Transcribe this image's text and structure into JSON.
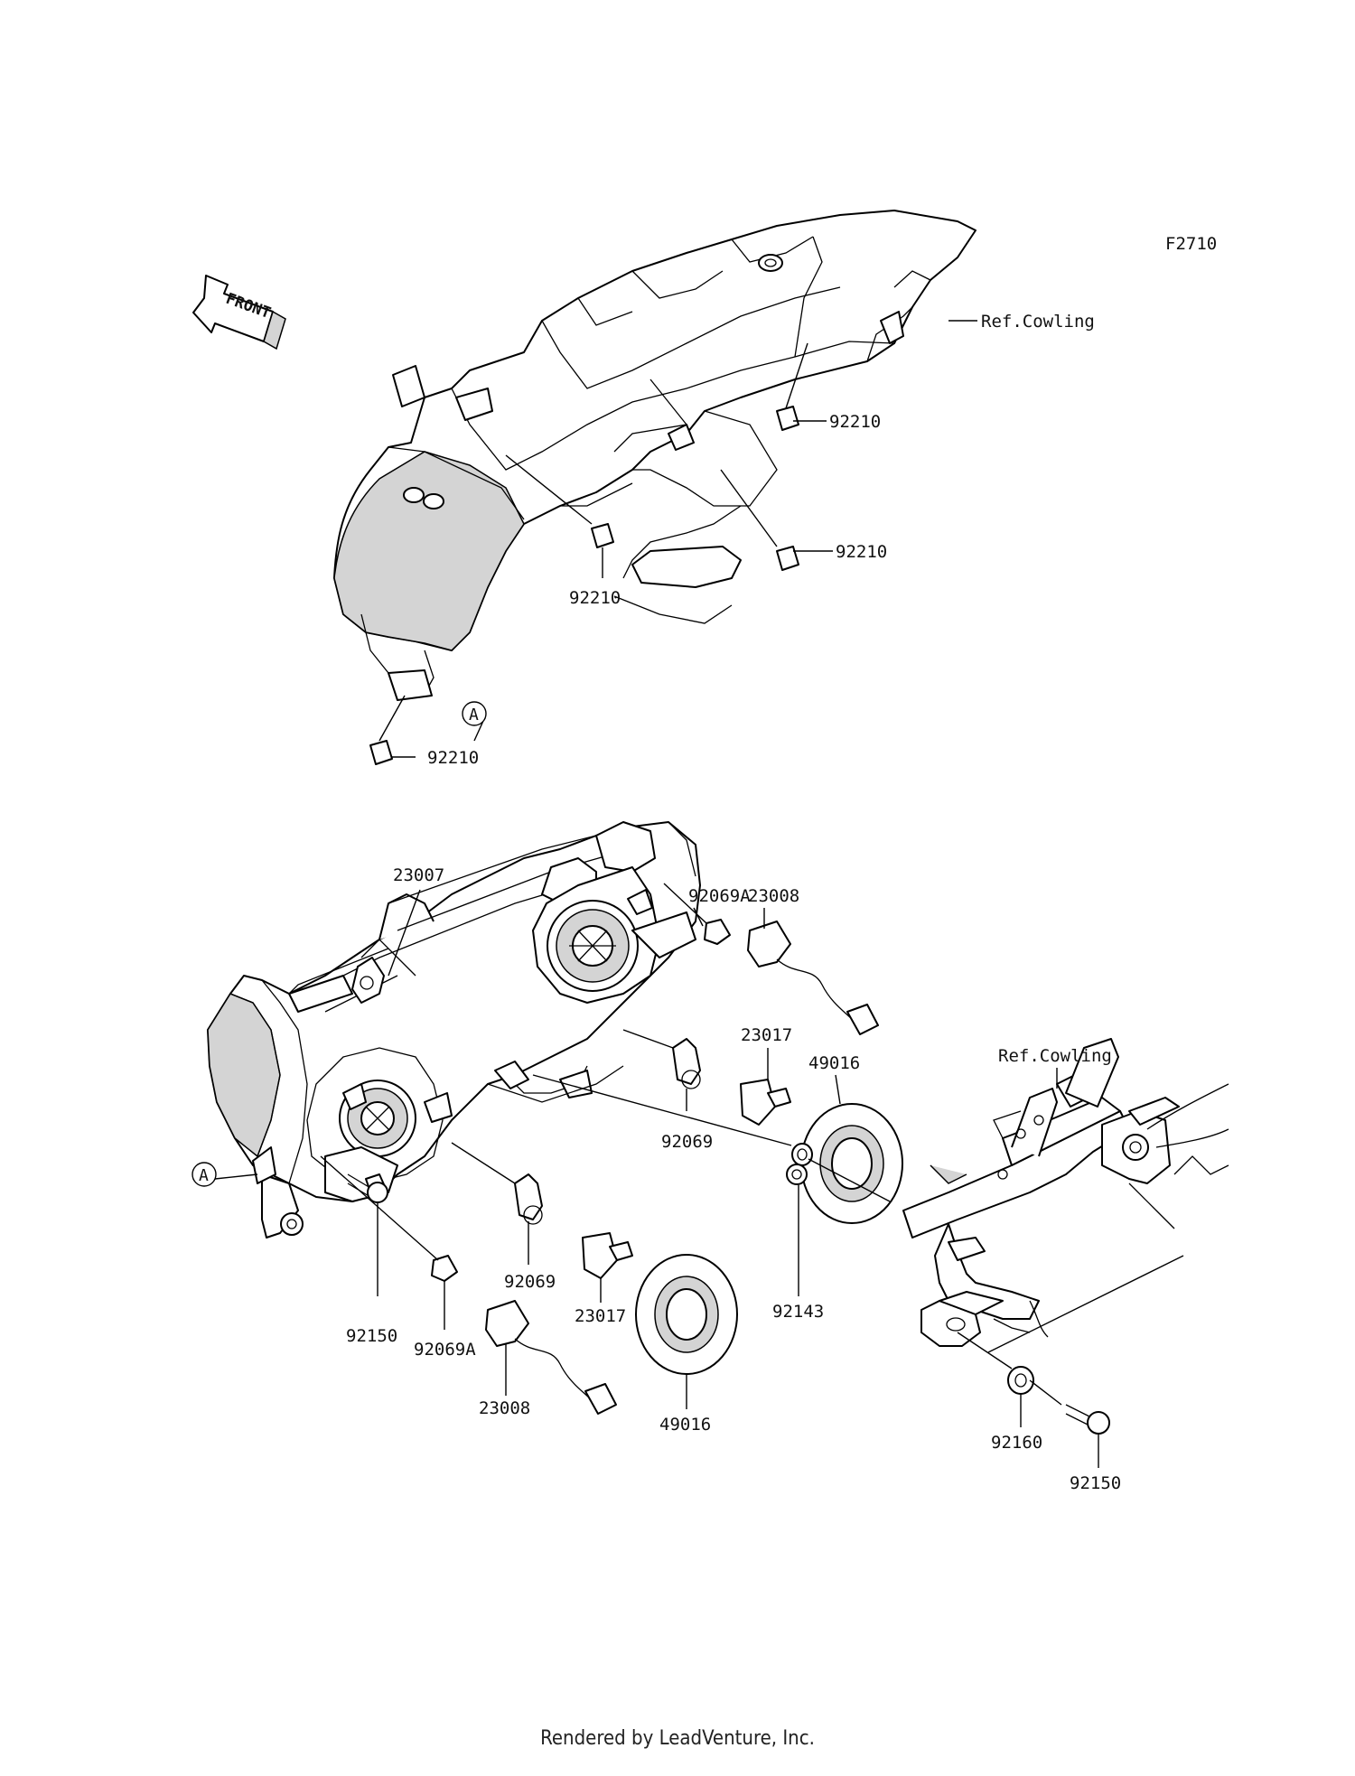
{
  "diagram": {
    "code": "F2710",
    "front_label": "FRONT",
    "callouts": {
      "ref_cowling_top": "Ref.Cowling",
      "ref_cowling_bracket": "Ref.Cowling",
      "c92210_a": "92210",
      "c92210_b": "92210",
      "c92210_c": "92210",
      "c92210_d": "92210",
      "marker_a_top": "A",
      "marker_a_bottom": "A",
      "c23007": "23007",
      "c92069a_top": "92069A",
      "c23008_top": "23008",
      "c23017_top": "23017",
      "c49016_top": "49016",
      "c92069_top": "92069",
      "c92069_bottom": "92069",
      "c23017_bottom": "23017",
      "c92143": "92143",
      "c92150_left": "92150",
      "c92069a_bottom": "92069A",
      "c23008_bottom": "23008",
      "c49016_bottom": "49016",
      "c92160": "92160",
      "c92150_right": "92150"
    }
  },
  "footer": {
    "text": "Rendered by LeadVenture, Inc."
  }
}
